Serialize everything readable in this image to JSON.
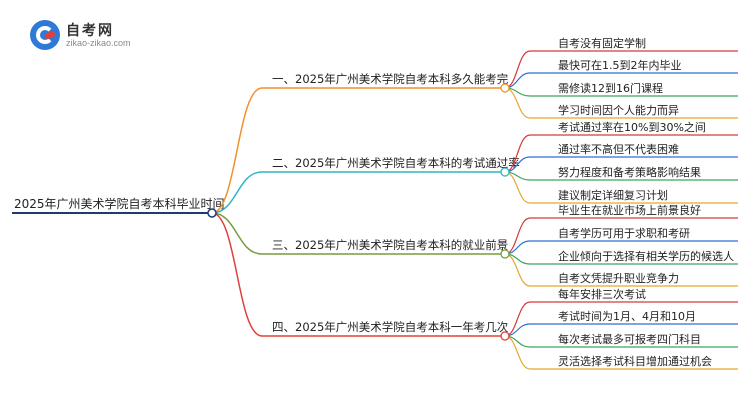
{
  "brand": {
    "title": "自考网",
    "subtitle": "zikao-zikao.com"
  },
  "colors": {
    "root": "#1f3a6e"
  },
  "mindmap": {
    "root": "2025年广州美术学院自考本科毕业时间",
    "branches": [
      {
        "label": "一、2025年广州美术学院自考本科多久能考完",
        "color": "#f0922c",
        "children": [
          "自考没有固定学制",
          "最快可在1.5到2年内毕业",
          "需修读12到16门课程",
          "学习时间因个人能力而异"
        ]
      },
      {
        "label": "二、2025年广州美术学院自考本科的考试通过率",
        "color": "#2fb5c4",
        "children": [
          "考试通过率在10%到30%之间",
          "通过率不高但不代表困难",
          "努力程度和备考策略影响结果",
          "建议制定详细复习计划"
        ]
      },
      {
        "label": "三、2025年广州美术学院自考本科的就业前景",
        "color": "#7a9b3d",
        "children": [
          "毕业生在就业市场上前景良好",
          "自考学历可用于求职和考研",
          "企业倾向于选择有相关学历的候选人",
          "自考文凭提升职业竞争力"
        ]
      },
      {
        "label": "四、2025年广州美术学院自考本科一年考几次",
        "color": "#e0403a",
        "children": [
          "每年安排三次考试",
          "考试时间为1月、4月和10月",
          "每次考试最多可报考四门科目",
          "灵活选择考试科目增加通过机会"
        ]
      }
    ],
    "child_colors": [
      "#d43b3b",
      "#2f6fd0",
      "#3aa65a",
      "#e5a832"
    ]
  }
}
